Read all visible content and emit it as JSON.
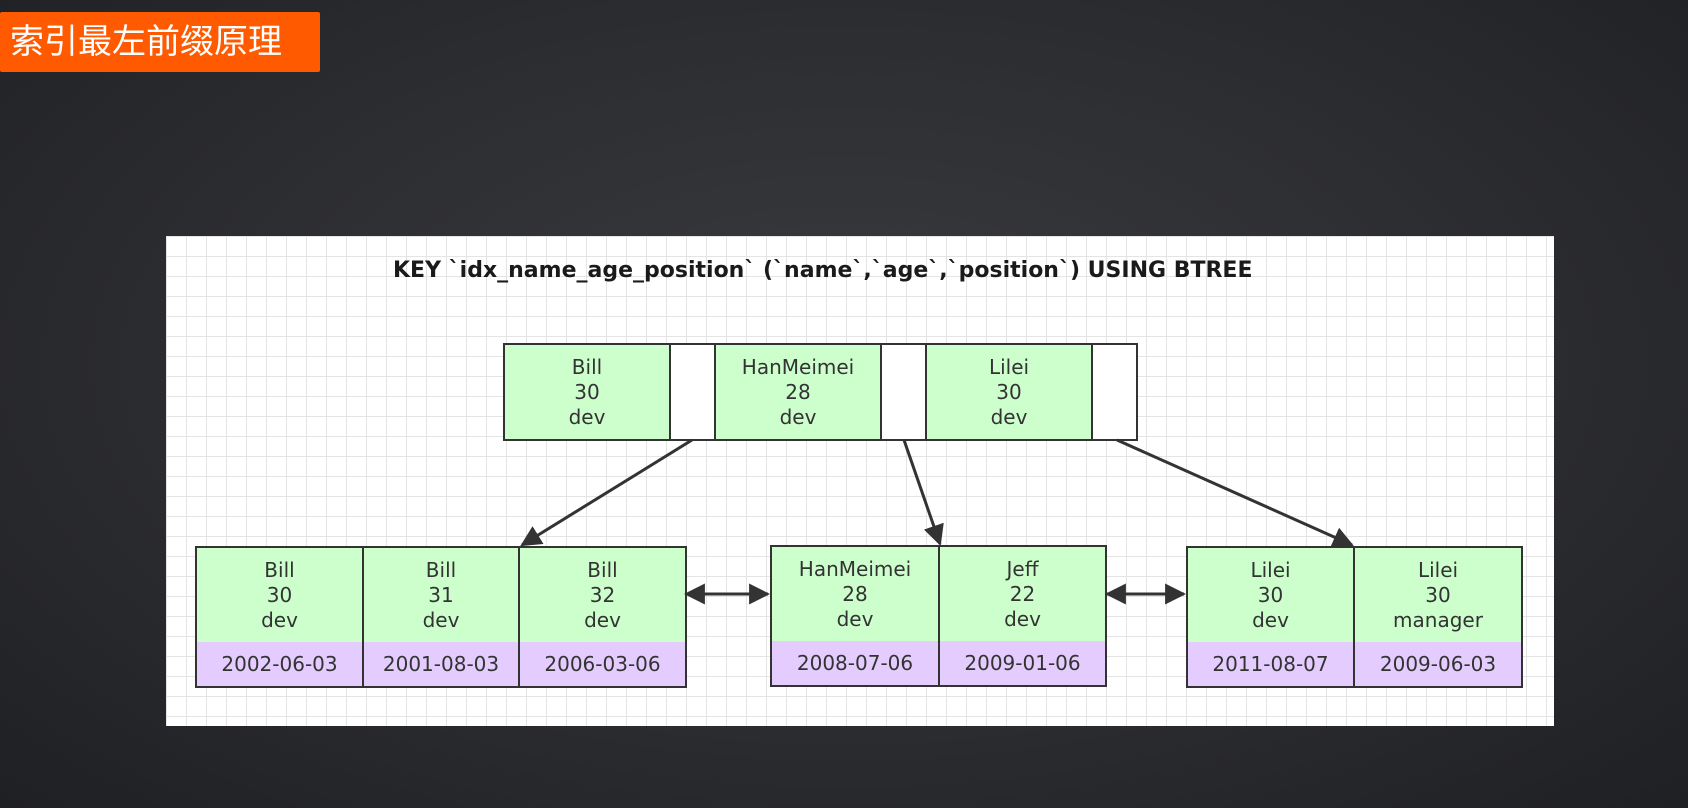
{
  "slide_title": "索引最左前缀原理",
  "index_definition": "KEY `idx_name_age_position` (`name`,`age`,`position`) USING BTREE",
  "root_node": [
    {
      "name": "Bill",
      "age": "30",
      "position": "dev"
    },
    {
      "name": "HanMeimei",
      "age": "28",
      "position": "dev"
    },
    {
      "name": "Lilei",
      "age": "30",
      "position": "dev"
    }
  ],
  "leaf_nodes": [
    [
      {
        "name": "Bill",
        "age": "30",
        "position": "dev",
        "hire_time": "2002-06-03"
      },
      {
        "name": "Bill",
        "age": "31",
        "position": "dev",
        "hire_time": "2001-08-03"
      },
      {
        "name": "Bill",
        "age": "32",
        "position": "dev",
        "hire_time": "2006-03-06"
      }
    ],
    [
      {
        "name": "HanMeimei",
        "age": "28",
        "position": "dev",
        "hire_time": "2008-07-06"
      },
      {
        "name": "Jeff",
        "age": "22",
        "position": "dev",
        "hire_time": "2009-01-06"
      }
    ],
    [
      {
        "name": "Lilei",
        "age": "30",
        "position": "dev",
        "hire_time": "2011-08-07"
      },
      {
        "name": "Lilei",
        "age": "30",
        "position": "manager",
        "hire_time": "2009-06-03"
      }
    ]
  ],
  "colors": {
    "title_bg": "#ff5a00",
    "key_fill": "#ccffcc",
    "data_fill": "#e5ccff",
    "stroke": "#333333"
  }
}
